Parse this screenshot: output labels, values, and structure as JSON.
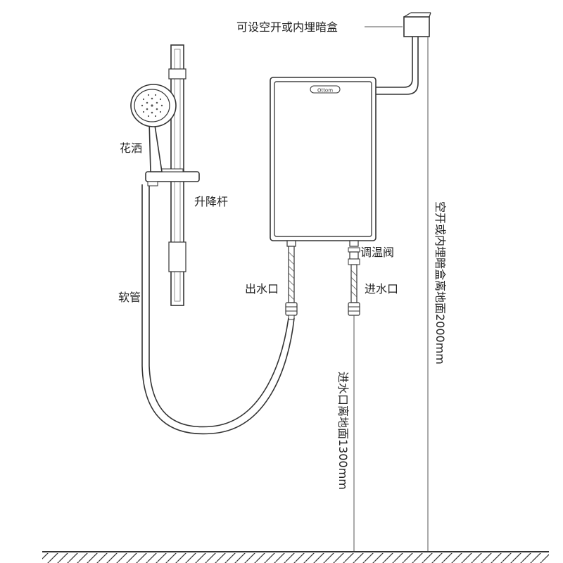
{
  "labels": {
    "breaker_box": "可设空开或内埋暗盒",
    "shower_head": "花洒",
    "lift_rod": "升降杆",
    "hose": "软管",
    "outlet": "出水口",
    "valve": "调温阀",
    "inlet": "进水口",
    "inlet_height": "进水口离地面1300mm",
    "box_height": "空开或内埋暗盒离地面2000mm"
  },
  "brand_logo_text": "Ottom",
  "colors": {
    "line": "#333333",
    "text": "#222222"
  }
}
